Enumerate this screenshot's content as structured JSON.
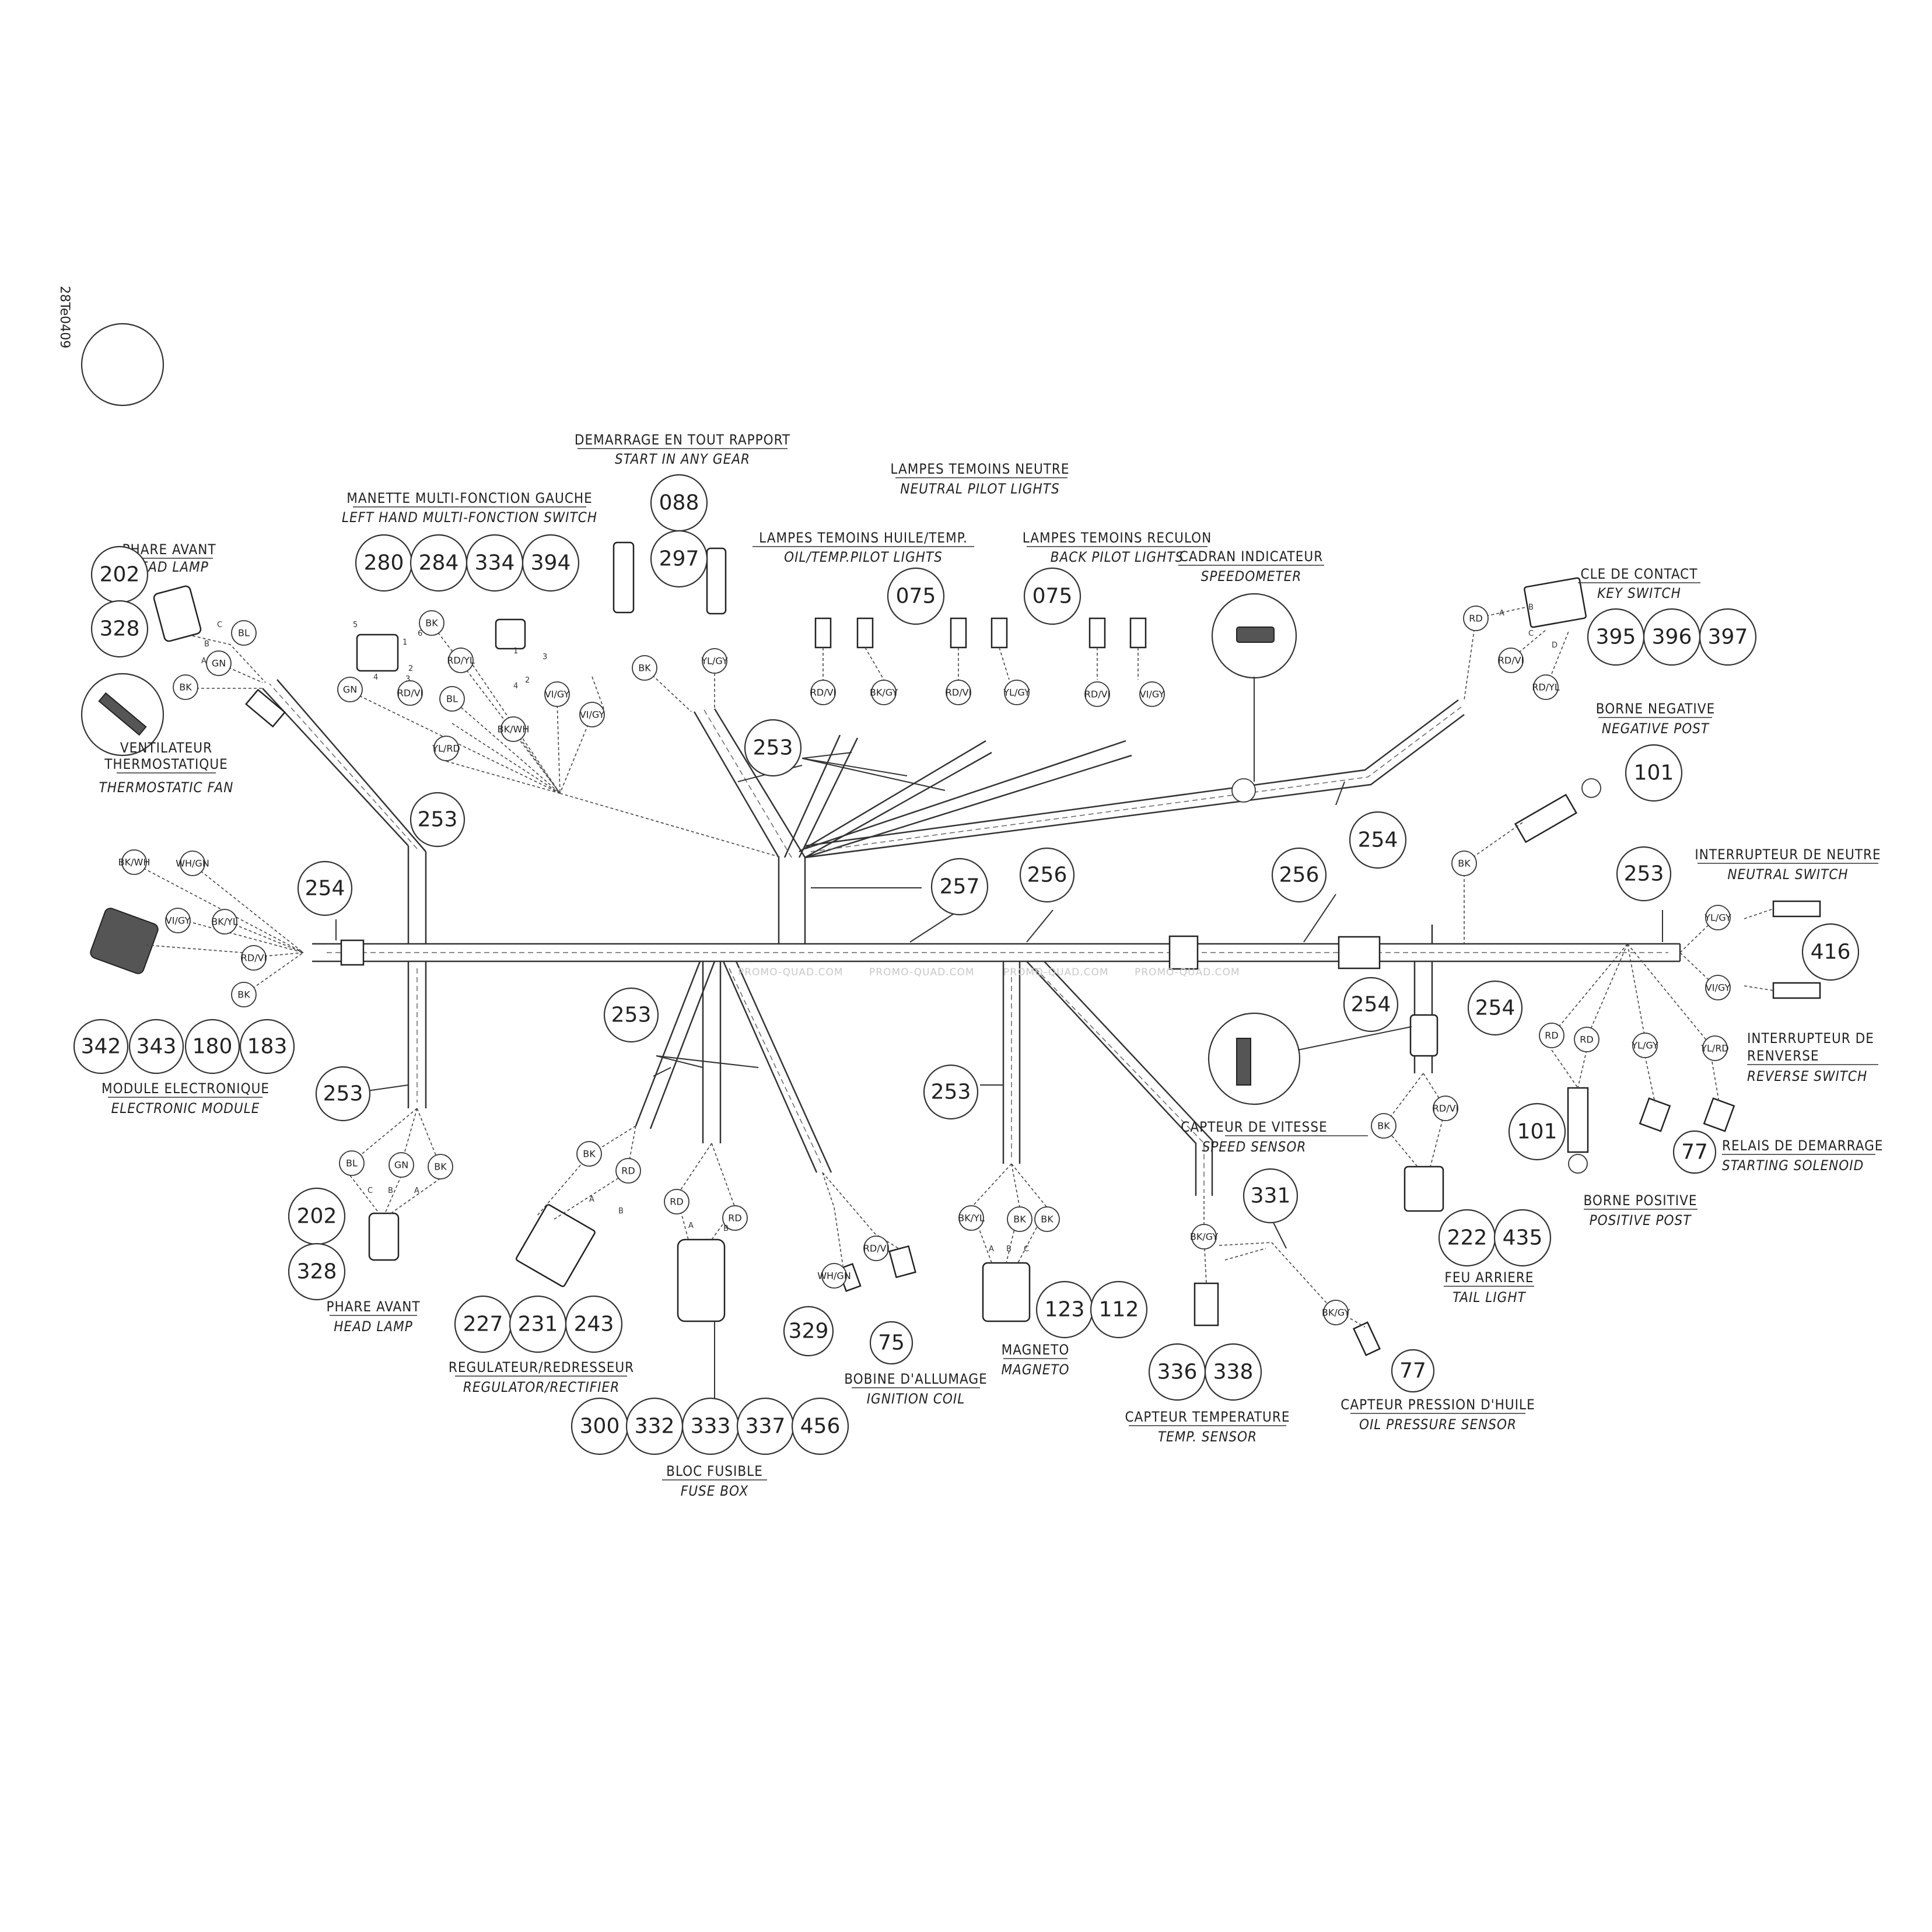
{
  "drawing_code": "28Te0409",
  "watermark": "PROMO-QUAD.COM",
  "labels": {
    "phare_top": [
      "PHARE AVANT",
      "HEAD LAMP"
    ],
    "phare_bottom": [
      "PHARE AVANT",
      "HEAD LAMP"
    ],
    "ventilateur": [
      "VENTILATEUR",
      "THERMOSTATIQUE",
      "THERMOSTATIC FAN"
    ],
    "manette": [
      "MANETTE MULTI-FONCTION GAUCHE",
      "LEFT HAND MULTI-FONCTION SWITCH"
    ],
    "demarrage": [
      "DEMARRAGE EN TOUT RAPPORT",
      "START IN ANY GEAR"
    ],
    "huile": [
      "LAMPES TEMOINS HUILE/TEMP.",
      "OIL/TEMP.PILOT LIGHTS"
    ],
    "neutre": [
      "LAMPES TEMOINS NEUTRE",
      "NEUTRAL PILOT LIGHTS"
    ],
    "reculon": [
      "LAMPES TEMOINS RECULON",
      "BACK PILOT LIGHTS"
    ],
    "cadran": [
      "CADRAN INDICATEUR",
      "SPEEDOMETER"
    ],
    "cle": [
      "CLE DE CONTACT",
      "KEY SWITCH"
    ],
    "borne_neg": [
      "BORNE NEGATIVE",
      "NEGATIVE POST"
    ],
    "int_neutre": [
      "INTERRUPTEUR DE NEUTRE",
      "NEUTRAL SWITCH"
    ],
    "int_renverse": [
      "INTERRUPTEUR DE",
      "RENVERSE",
      "REVERSE SWITCH"
    ],
    "relais": [
      "RELAIS DE DEMARRAGE",
      "STARTING SOLENOID"
    ],
    "borne_pos": [
      "BORNE POSITIVE",
      "POSITIVE POST"
    ],
    "module": [
      "MODULE ELECTRONIQUE",
      "ELECTRONIC MODULE"
    ],
    "regulateur": [
      "REGULATEUR/REDRESSEUR",
      "REGULATOR/RECTIFIER"
    ],
    "bloc": [
      "BLOC FUSIBLE",
      "FUSE BOX"
    ],
    "bobine": [
      "BOBINE D'ALLUMAGE",
      "IGNITION COIL"
    ],
    "magneto": [
      "MAGNETO",
      "MAGNETO"
    ],
    "capteur_temp": [
      "CAPTEUR TEMPERATURE",
      "TEMP. SENSOR"
    ],
    "capteur_huile": [
      "CAPTEUR PRESSION D'HUILE",
      "OIL PRESSURE SENSOR"
    ],
    "capteur_vitesse": [
      "CAPTEUR DE VITESSE",
      "SPEED SENSOR"
    ],
    "feu": [
      "FEU ARRIERE",
      "TAIL LIGHT"
    ]
  },
  "callouts": {
    "phare_top": [
      "202",
      "328"
    ],
    "manette": [
      "280",
      "284",
      "334",
      "394"
    ],
    "demarrage": [
      "088",
      "297"
    ],
    "neutre_lamp": "075",
    "reculon_lamp": "075",
    "cle": [
      "395",
      "396",
      "397"
    ],
    "borne_neg": "101",
    "h253_left": "253",
    "h253_top": "253",
    "h254_left": "254",
    "h257": "257",
    "h256_a": "256",
    "h256_b": "256",
    "h254_top": "254",
    "h253_right": "253",
    "neutral_switch": "416",
    "module": [
      "342",
      "343",
      "180",
      "183"
    ],
    "h253_bl": "253",
    "phare_bottom": [
      "202",
      "328"
    ],
    "h253_reg": "253",
    "regulateur": [
      "227",
      "231",
      "243"
    ],
    "bloc": [
      "300",
      "332",
      "333",
      "337",
      "456"
    ],
    "coil_a": "329",
    "coil_b": "75",
    "h253_mag": "253",
    "magneto": [
      "123",
      "112"
    ],
    "h331": "331",
    "capteur_temp": [
      "336",
      "338"
    ],
    "capteur_huile": "77",
    "h254_speed": "254",
    "h254_right": "254",
    "borne_pos": "101",
    "relais": "77",
    "feu": [
      "222",
      "435"
    ]
  },
  "wires": {
    "phare_top": [
      "BL",
      "GN",
      "BK"
    ],
    "manette": [
      "BK",
      "GN",
      "RD/YL",
      "RD/VI",
      "BL",
      "YL/RD",
      "BK/WH",
      "VI/GY",
      "VI/GY"
    ],
    "demarrage": [
      "BK",
      "YL/GY"
    ],
    "huile": [
      "RD/VI",
      "BK/GY"
    ],
    "neutre": [
      "RD/VI",
      "YL/GY"
    ],
    "reculon": [
      "RD/VI",
      "VI/GY"
    ],
    "cle": [
      "RD",
      "RD/VI",
      "RD/YL"
    ],
    "module": [
      "BK/WH",
      "WH/GN",
      "VI/GY",
      "BK/YL",
      "RD/VI",
      "BK"
    ],
    "borne_neg": "BK",
    "neutral_switch": [
      "YL/GY",
      "VI/GY"
    ],
    "right_bottom": [
      "RD",
      "RD",
      "YL/GY",
      "YL/RD"
    ],
    "phare_bottom": [
      "BL",
      "GN",
      "BK"
    ],
    "regulateur": [
      "BK",
      "RD"
    ],
    "bloc": [
      "RD",
      "RD"
    ],
    "bobine": [
      "WH/GN",
      "RD/VI"
    ],
    "magneto": [
      "BK/YL",
      "BK",
      "BK"
    ],
    "capteur_temp": "BK/GY",
    "capteur_huile": "BK/GY",
    "feu": [
      "BK",
      "RD/VI"
    ]
  },
  "pins": {
    "phare_top": [
      "A",
      "B",
      "C"
    ],
    "manette_a": [
      "5",
      "6",
      "1",
      "2",
      "3",
      "4"
    ],
    "manette_b": [
      "1",
      "2",
      "3",
      "4"
    ],
    "cle": [
      "A",
      "B",
      "C",
      "D"
    ],
    "phare_bottom": [
      "C",
      "B",
      "A"
    ],
    "regulateur": [
      "A",
      "B"
    ],
    "bloc": [
      "A",
      "B"
    ],
    "magneto": [
      "A",
      "B",
      "C"
    ]
  }
}
